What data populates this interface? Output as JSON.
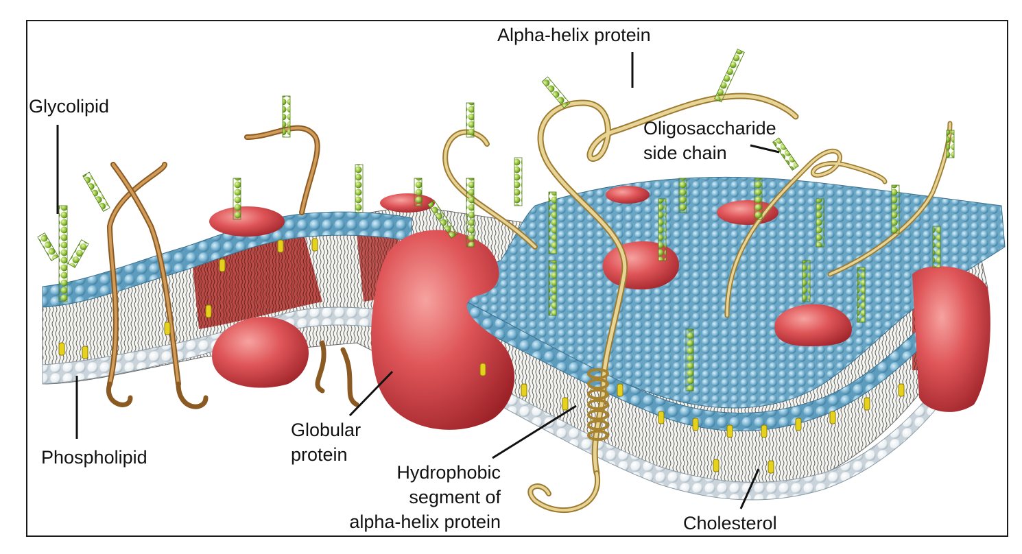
{
  "labels": {
    "alpha_helix_protein": "Alpha-helix protein",
    "glycolipid": "Glycolipid",
    "oligosaccharide_line1": "Oligosaccharide",
    "oligosaccharide_line2": "side chain",
    "phospholipid": "Phospholipid",
    "globular_line1": "Globular",
    "globular_line2": "protein",
    "hydrophobic_line1": "Hydrophobic",
    "hydrophobic_line2": "segment of",
    "hydrophobic_line3": "alpha-helix protein",
    "cholesterol": "Cholesterol"
  },
  "colors": {
    "phospholipid_head_outer": "#7fb8d6",
    "phospholipid_head_inner": "#eef3f6",
    "protein": "#d9474c",
    "protein_highlight": "#f08a8a",
    "sugar_chain": "#8fbf3a",
    "fiber": "#c9a15a",
    "cholesterol": "#e6d21c",
    "tails": "#555555"
  }
}
